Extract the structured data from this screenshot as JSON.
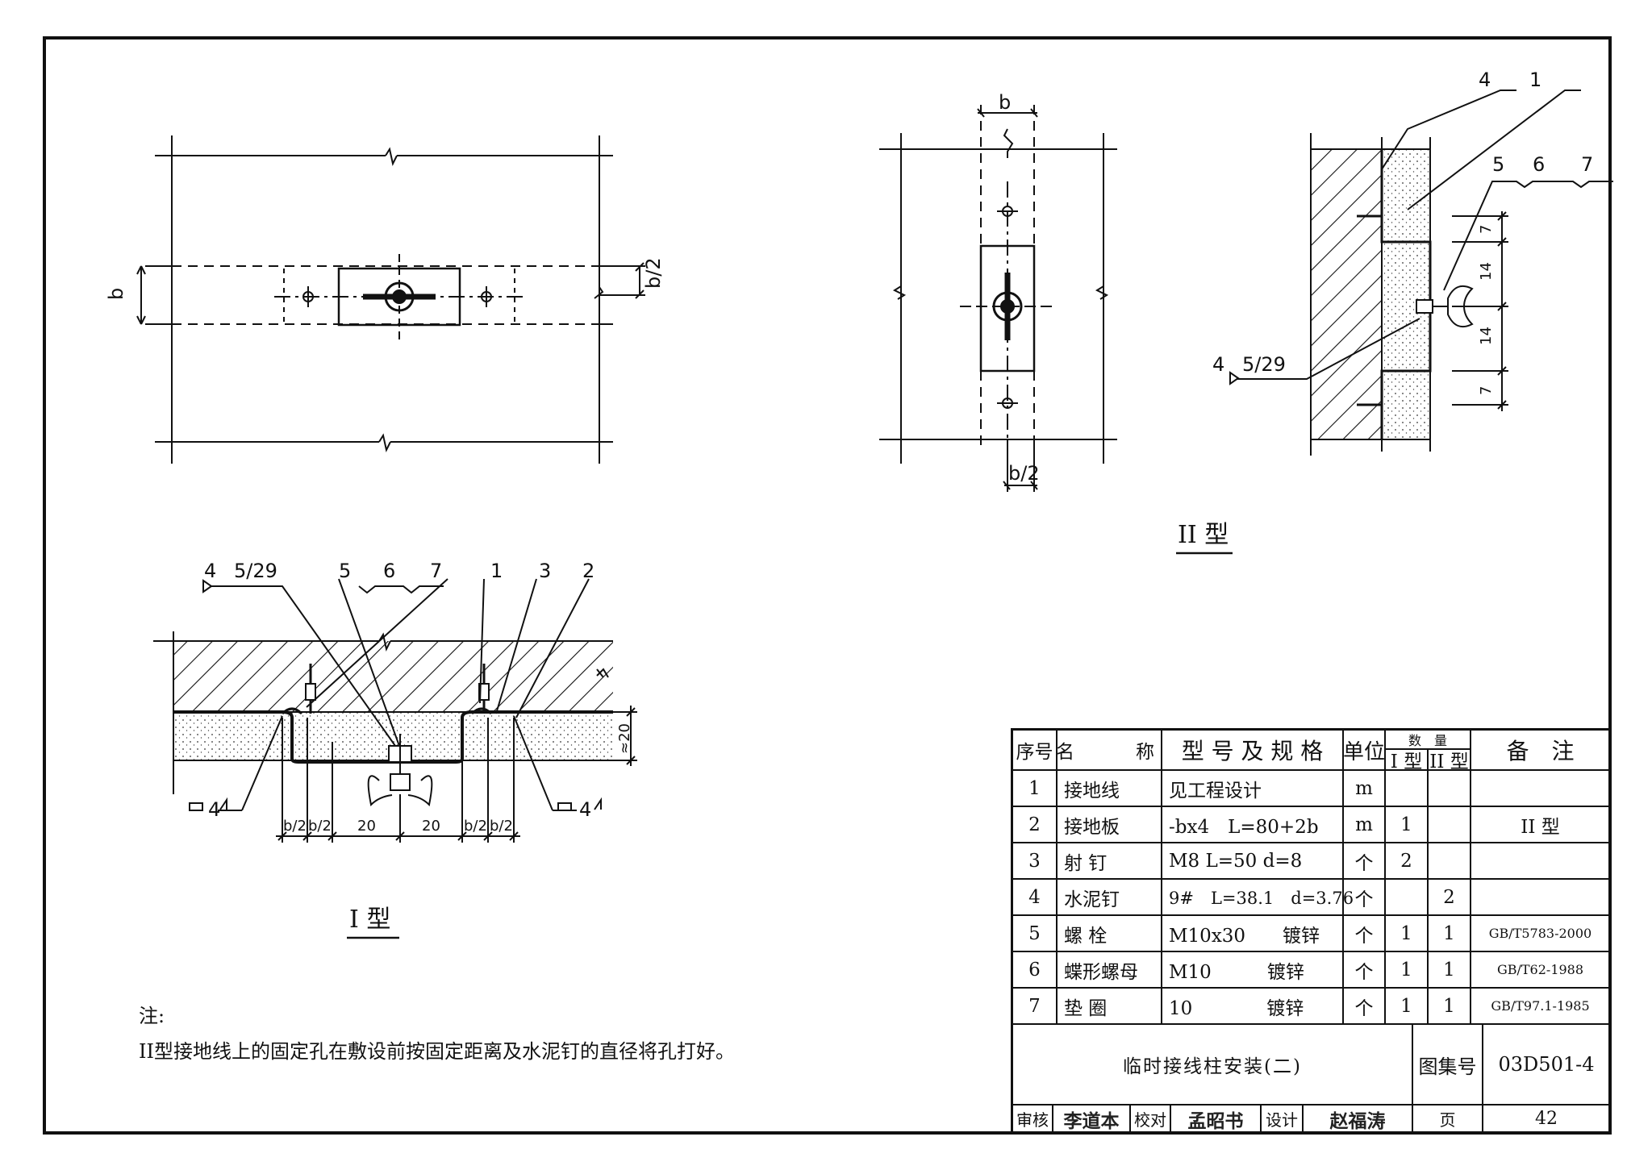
{
  "views": {
    "type_ii_label": "II 型",
    "type_i_label": "I 型"
  },
  "dimensions": {
    "plan_i": {
      "b": "b",
      "b_half": "b/2"
    },
    "plan_ii": {
      "b": "b",
      "b_half": "b/2"
    },
    "section_ii": {
      "d1": "7",
      "d2": "14",
      "d3": "14",
      "d4": "7"
    },
    "section_i": {
      "thickness": "≈20",
      "dims": [
        "b/2",
        "b/2",
        "20",
        "20",
        "b/2",
        "b/2"
      ]
    }
  },
  "callouts": {
    "weld_i": {
      "prefix": "4",
      "text": "5/29"
    },
    "weld_ii": {
      "prefix": "4",
      "text": "5/29"
    },
    "items_ii": [
      "4",
      "1",
      "5",
      "6",
      "7"
    ],
    "items_i": [
      "5",
      "6",
      "7",
      "1",
      "3",
      "2"
    ],
    "fillet_left": "4",
    "fillet_right": "4"
  },
  "note": {
    "heading": "注:",
    "text": "II型接地线上的固定孔在敷设前按固定距离及水泥钉的直径将孔打好。"
  },
  "table": {
    "headers": {
      "no": "序号",
      "name": "名　　称",
      "spec": "型 号 及 规 格",
      "unit": "单位",
      "qty": "数　量",
      "qty_i": "I 型",
      "qty_ii": "II 型",
      "remark": "备　注"
    },
    "rows": [
      {
        "no": "1",
        "name": "接地线",
        "spec": "见工程设计",
        "unit": "m",
        "q1": "",
        "q2": "",
        "remark": ""
      },
      {
        "no": "2",
        "name": "接地板",
        "spec": "-bx4　L=80+2b",
        "unit": "m",
        "q1": "1",
        "q2": "",
        "remark": "II 型"
      },
      {
        "no": "3",
        "name": "射 钉",
        "spec": "M8 L=50 d=8",
        "unit": "个",
        "q1": "2",
        "q2": "",
        "remark": ""
      },
      {
        "no": "4",
        "name": "水泥钉",
        "spec": "9#　L=38.1　d=3.76",
        "unit": "个",
        "q1": "",
        "q2": "2",
        "remark": ""
      },
      {
        "no": "5",
        "name": "螺 栓",
        "spec": "M10x30　　镀锌",
        "unit": "个",
        "q1": "1",
        "q2": "1",
        "remark": "GB/T5783-2000"
      },
      {
        "no": "6",
        "name": "蝶形螺母",
        "spec": "M10　　　镀锌",
        "unit": "个",
        "q1": "1",
        "q2": "1",
        "remark": "GB/T62-1988"
      },
      {
        "no": "7",
        "name": "垫 圈",
        "spec": "10　　　　镀锌",
        "unit": "个",
        "q1": "1",
        "q2": "1",
        "remark": "GB/T97.1-1985"
      }
    ],
    "title": "临时接线柱安装(二)",
    "atlas_label": "图集号",
    "atlas_no": "03D501-4",
    "review_label": "审核",
    "reviewer": "李道本",
    "check_label": "校对",
    "checker": "孟昭书",
    "design_label": "设计",
    "designer": "赵福涛",
    "page_label": "页",
    "page_no": "42"
  }
}
